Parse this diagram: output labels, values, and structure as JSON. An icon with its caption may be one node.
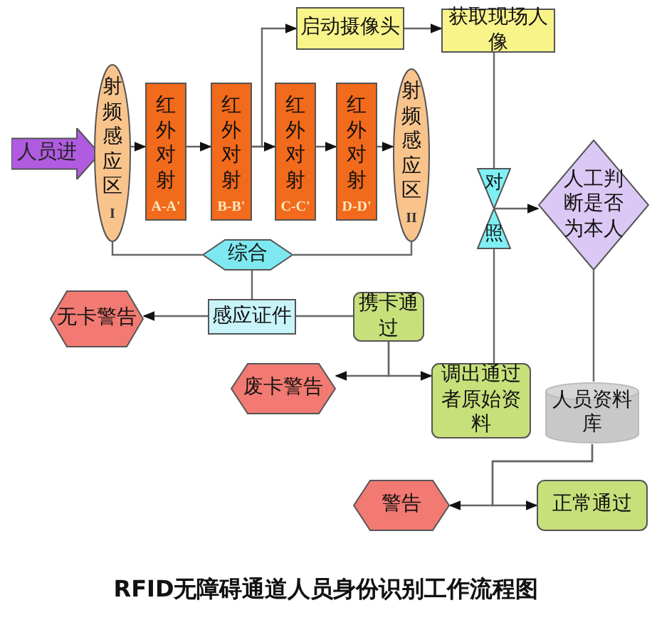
{
  "diagram": {
    "caption": "RFID无障碍通道人员身份识别工作流程图",
    "nodes": [
      {
        "text": [
          "人员进"
        ]
      },
      {
        "text": [
          "射频感应区",
          "I"
        ]
      },
      {
        "text": [
          "红外对射",
          "A-A'"
        ]
      },
      {
        "text": [
          "红外对射",
          "B-B'"
        ]
      },
      {
        "text": [
          "红外对射",
          "C-C'"
        ]
      },
      {
        "text": [
          "红外对射",
          "D-D'"
        ]
      },
      {
        "text": [
          "射频感应区",
          "II"
        ]
      },
      {
        "text": [
          "启动摄像头"
        ]
      },
      {
        "text": [
          "获取现场人像"
        ]
      },
      {
        "text": [
          "对",
          "照"
        ]
      },
      {
        "text": [
          "人工判断是否为本人"
        ]
      },
      {
        "text": [
          "综合"
        ]
      },
      {
        "text": [
          "感应证件"
        ]
      },
      {
        "text": [
          "无卡警告"
        ]
      },
      {
        "text": [
          "携卡通过"
        ]
      },
      {
        "text": [
          "废卡警告"
        ]
      },
      {
        "text": [
          "调出通过者原始资料"
        ]
      },
      {
        "text": [
          "人员资料库"
        ]
      },
      {
        "text": [
          "警告"
        ]
      },
      {
        "text": [
          "正常通过"
        ]
      }
    ],
    "edges": [
      {
        "from": 1,
        "to": 2,
        "arrow": "to"
      },
      {
        "from": 2,
        "to": 3,
        "arrow": "to"
      },
      {
        "from": 3,
        "to": 4,
        "arrow": "to"
      },
      {
        "from": 4,
        "to": 5,
        "arrow": "to"
      },
      {
        "from": 5,
        "to": 6,
        "arrow": "to"
      },
      {
        "from": 3,
        "to": 7,
        "arrow": "to"
      },
      {
        "from": 7,
        "to": 8,
        "arrow": "to"
      },
      {
        "from": 1,
        "to": 11,
        "arrow": "none"
      },
      {
        "from": 6,
        "to": 11,
        "arrow": "none"
      },
      {
        "from": 11,
        "to": 12,
        "arrow": "none"
      },
      {
        "from": 12,
        "to": 13,
        "arrow": "to"
      },
      {
        "from": 12,
        "to": 14,
        "arrow": "none"
      },
      {
        "from": 14,
        "to": 15,
        "arrow": "to"
      },
      {
        "from": 14,
        "to": 16,
        "arrow": "to"
      },
      {
        "from": 8,
        "to": 9,
        "arrow": "none"
      },
      {
        "from": 9,
        "to": 16,
        "arrow": "none"
      },
      {
        "from": 9,
        "to": 10,
        "arrow": "to"
      },
      {
        "from": 10,
        "to": 17,
        "arrow": "none"
      },
      {
        "from": 17,
        "to": 18,
        "arrow": "to"
      },
      {
        "from": 17,
        "to": 19,
        "arrow": "to"
      }
    ]
  }
}
